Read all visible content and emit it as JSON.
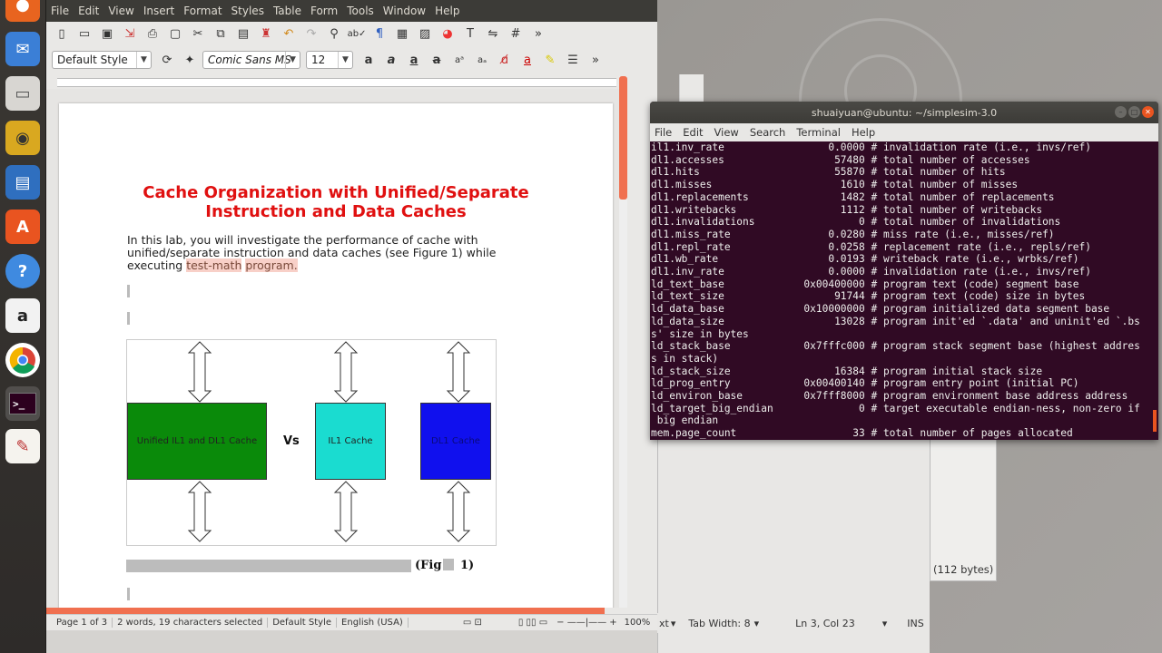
{
  "writer": {
    "menu": [
      "File",
      "Edit",
      "View",
      "Insert",
      "Format",
      "Styles",
      "Table",
      "Form",
      "Tools",
      "Window",
      "Help"
    ],
    "paragraph_style": "Default Style",
    "font_name": "Comic Sans MS",
    "font_size": "12",
    "document": {
      "title_line1": "Cache Organization with Unified/Separate",
      "title_line2": "Instruction and Data Caches",
      "para_part1": "In this lab, you will investigate the performance of cache with unified/separate instruction and data caches (see Figure 1)",
      "para_part2": " while executing ",
      "para_selected": "test-math",
      "para_selected2": "program.",
      "figure": {
        "unified_label": "Unified IL1 and DL1 Cache",
        "vs_label": "Vs",
        "il1_label": "IL1 Cache",
        "dl1_label": "DL1 Cache"
      },
      "caption_prefix": "(Fig",
      "caption_num": "1)"
    },
    "status": {
      "page": "Page 1 of 3",
      "words": "2 words, 19 characters selected",
      "style": "Default Style",
      "language": "English (USA)",
      "zoom": "100%"
    }
  },
  "terminal": {
    "title": "shuaiyuan@ubuntu: ~/simplesim-3.0",
    "menu": [
      "File",
      "Edit",
      "View",
      "Search",
      "Terminal",
      "Help"
    ],
    "lines": [
      "il1.inv_rate                 0.0000 # invalidation rate (i.e., invs/ref)",
      "dl1.accesses                  57480 # total number of accesses",
      "dl1.hits                      55870 # total number of hits",
      "dl1.misses                     1610 # total number of misses",
      "dl1.replacements               1482 # total number of replacements",
      "dl1.writebacks                 1112 # total number of writebacks",
      "dl1.invalidations                 0 # total number of invalidations",
      "dl1.miss_rate                0.0280 # miss rate (i.e., misses/ref)",
      "dl1.repl_rate                0.0258 # replacement rate (i.e., repls/ref)",
      "dl1.wb_rate                  0.0193 # writeback rate (i.e., wrbks/ref)",
      "dl1.inv_rate                 0.0000 # invalidation rate (i.e., invs/ref)",
      "ld_text_base             0x00400000 # program text (code) segment base",
      "ld_text_size                  91744 # program text (code) size in bytes",
      "ld_data_base             0x10000000 # program initialized data segment base",
      "ld_data_size                  13028 # program init'ed `.data' and uninit'ed `.bs",
      "s' size in bytes",
      "ld_stack_base            0x7fffc000 # program stack segment base (highest addres",
      "s in stack)",
      "ld_stack_size                 16384 # program initial stack size",
      "ld_prog_entry            0x00400140 # program entry point (initial PC)",
      "ld_environ_base          0x7fff8000 # program environment base address address",
      "ld_target_big_endian              0 # target executable endian-ness, non-zero if",
      " big endian",
      "mem.page_count                   33 # total number of pages allocated"
    ]
  },
  "gedit": {
    "file_size": "(112 bytes)",
    "mode": "xt",
    "tab_width": "Tab Width: 8",
    "position": "Ln 3, Col 23",
    "ins": "INS"
  },
  "colors": {
    "terminal_bg": "#300a24",
    "title_red": "#e01010",
    "unified_green": "#0a8a0a",
    "il1_cyan": "#1adcd0",
    "dl1_blue": "#1010ee"
  }
}
